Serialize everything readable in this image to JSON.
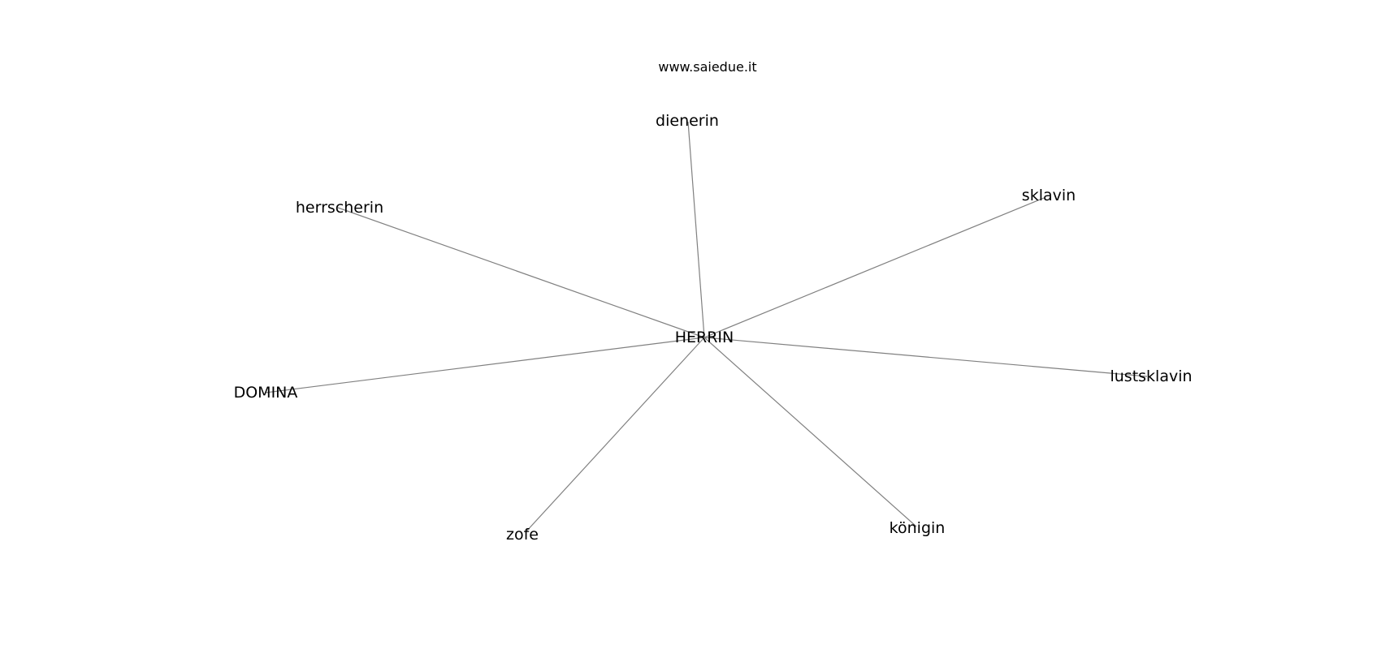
{
  "watermark": "www.saiedue.it",
  "graph": {
    "center": "HERRIN",
    "neighbors": [
      "dienerin",
      "sklavin",
      "herrscherin",
      "lustsklavin",
      "DOMINA",
      "zofe",
      "königin"
    ]
  },
  "colors": {
    "edge": "#808080",
    "text": "#000000",
    "background": "#ffffff"
  }
}
